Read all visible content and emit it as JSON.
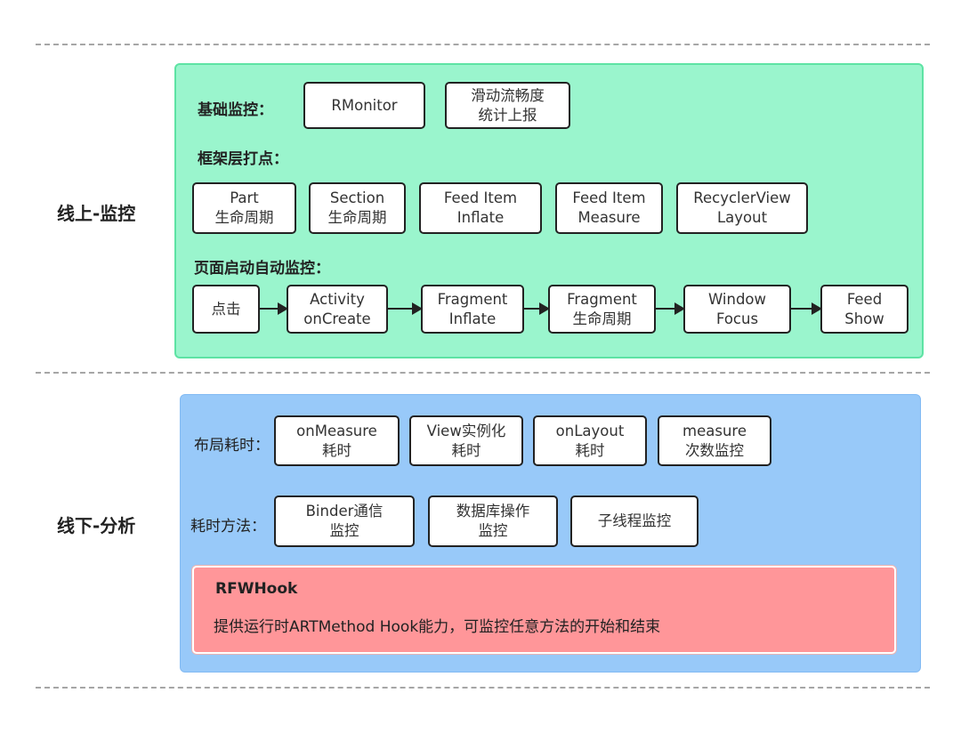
{
  "online": {
    "section_label": "线上-监控",
    "basic": {
      "label": "基础监控：",
      "boxes": [
        {
          "lines": [
            "RMonitor"
          ]
        },
        {
          "lines": [
            "滑动流畅度",
            "统计上报"
          ]
        }
      ]
    },
    "framework": {
      "label": "框架层打点：",
      "boxes": [
        {
          "lines": [
            "Part",
            "生命周期"
          ]
        },
        {
          "lines": [
            "Section",
            "生命周期"
          ]
        },
        {
          "lines": [
            "Feed Item",
            "Inflate"
          ]
        },
        {
          "lines": [
            "Feed Item",
            "Measure"
          ]
        },
        {
          "lines": [
            "RecyclerView",
            "Layout"
          ]
        }
      ]
    },
    "launch": {
      "label": "页面启动自动监控：",
      "steps": [
        {
          "lines": [
            "点击"
          ]
        },
        {
          "lines": [
            "Activity",
            "onCreate"
          ]
        },
        {
          "lines": [
            "Fragment",
            "Inflate"
          ]
        },
        {
          "lines": [
            "Fragment",
            "生命周期"
          ]
        },
        {
          "lines": [
            "Window",
            "Focus"
          ]
        },
        {
          "lines": [
            "Feed",
            "Show"
          ]
        }
      ]
    }
  },
  "offline": {
    "section_label": "线下-分析",
    "layout_cost": {
      "label": "布局耗时：",
      "boxes": [
        {
          "lines": [
            "onMeasure",
            "耗时"
          ]
        },
        {
          "lines": [
            "View实例化",
            "耗时"
          ]
        },
        {
          "lines": [
            "onLayout",
            "耗时"
          ]
        },
        {
          "lines": [
            "measure",
            "次数监控"
          ]
        }
      ]
    },
    "method_cost": {
      "label": "耗时方法：",
      "boxes": [
        {
          "lines": [
            "Binder通信",
            "监控"
          ]
        },
        {
          "lines": [
            "数据库操作",
            "监控"
          ]
        },
        {
          "lines": [
            "子线程监控"
          ]
        }
      ]
    },
    "hook": {
      "title": "RFWHook",
      "description": "提供运行时ARTMethod Hook能力，可监控任意方法的开始和结束"
    }
  },
  "colors": {
    "online_panel": "#9af5cd",
    "offline_panel": "#98c9f9",
    "hook_box": "#ff9699"
  }
}
